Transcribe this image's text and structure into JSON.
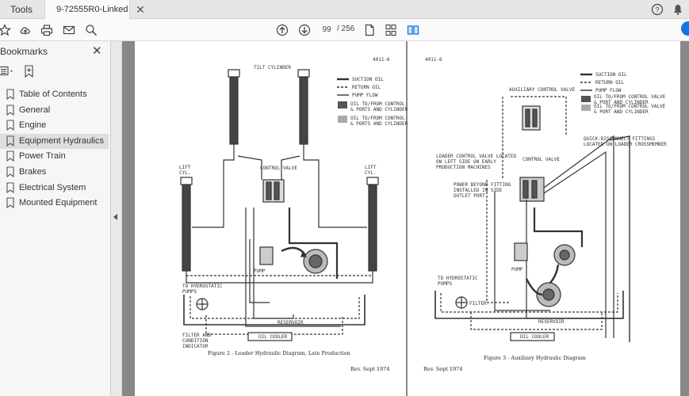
{
  "tabs": {
    "tools": "Tools",
    "document": "9-72555R0-Linked ..."
  },
  "toolbar": {
    "page_current": "99",
    "page_total": "/ 256"
  },
  "sidebar": {
    "title": "Bookmarks",
    "items": [
      {
        "label": "Table of Contents"
      },
      {
        "label": "General"
      },
      {
        "label": "Engine"
      },
      {
        "label": "Equipment Hydraulics"
      },
      {
        "label": "Power Train"
      },
      {
        "label": "Brakes"
      },
      {
        "label": "Electrical System"
      },
      {
        "label": "Mounted Equipment"
      }
    ]
  },
  "page_left": {
    "page_ref": "4011-6",
    "tilt_cylinder": "TILT CYLINDER",
    "lift_cyl_left": "LIFT\nCYL.",
    "lift_cyl_right": "LIFT\nCYL.",
    "control_valve": "CONTROL VALVE",
    "pump": "PUMP",
    "to_hydrostatic": "TO HYDROSTATIC\nPUMPS",
    "filter": "FILTER AND\nCONDITION\nINDICATOR",
    "reservoir": "RESERVOIR",
    "oil_cooler": "OIL COOLER",
    "legend": [
      "SUCTION OIL",
      "RETURN OIL",
      "PUMP FLOW",
      "OIL TO/FROM CONTROL VALVE\n& PORTS AND CYLINDERS",
      "OIL TO/FROM CONTROL VALVE\n& PORTS AND CYLINDERS"
    ],
    "caption": "Figure 2 - Loader Hydraulic Diagram, Late Production",
    "rev": "Rev. Sept 1974"
  },
  "page_right": {
    "page_ref": "4011-6",
    "aux_valve": "AUXILIARY CONTROL VALVE",
    "loader_note": "LOADER CONTROL VALVE LOCATED\nON LEFT SIDE ON EARLY\nPRODUCTION MACHINES",
    "control_valve": "CONTROL VALVE",
    "power_beyond": "POWER BEYOND FITTING\nINSTALLED IN SIDE\nOUTLET PORT",
    "quick_disconnect": "QUICK-DISCONNECT FITTINGS\nLOCATED ON LOADER CROSSMEMBER",
    "pump": "PUMP",
    "to_hydrostatic": "TO HYDROSTATIC\nPUMPS",
    "filter": "FILTER",
    "reservoir": "RESERVOIR",
    "oil_cooler": "OIL COOLER",
    "legend": [
      "SUCTION OIL",
      "RETURN OIL",
      "PUMP FLOW",
      "OIL TO/FROM CONTROL VALVE\n& PORT AND CYLINDER",
      "OIL TO/FROM CONTROL VALVE\n& PORT AND CYLINDER"
    ],
    "caption": "Figure 3 - Auxiliary Hydraulic Diagram",
    "rev": "Rev. Sept 1974"
  },
  "colors": {
    "accent": "#1473e6",
    "selected_bookmark": "#dedede",
    "viewer_bg": "#888888"
  }
}
